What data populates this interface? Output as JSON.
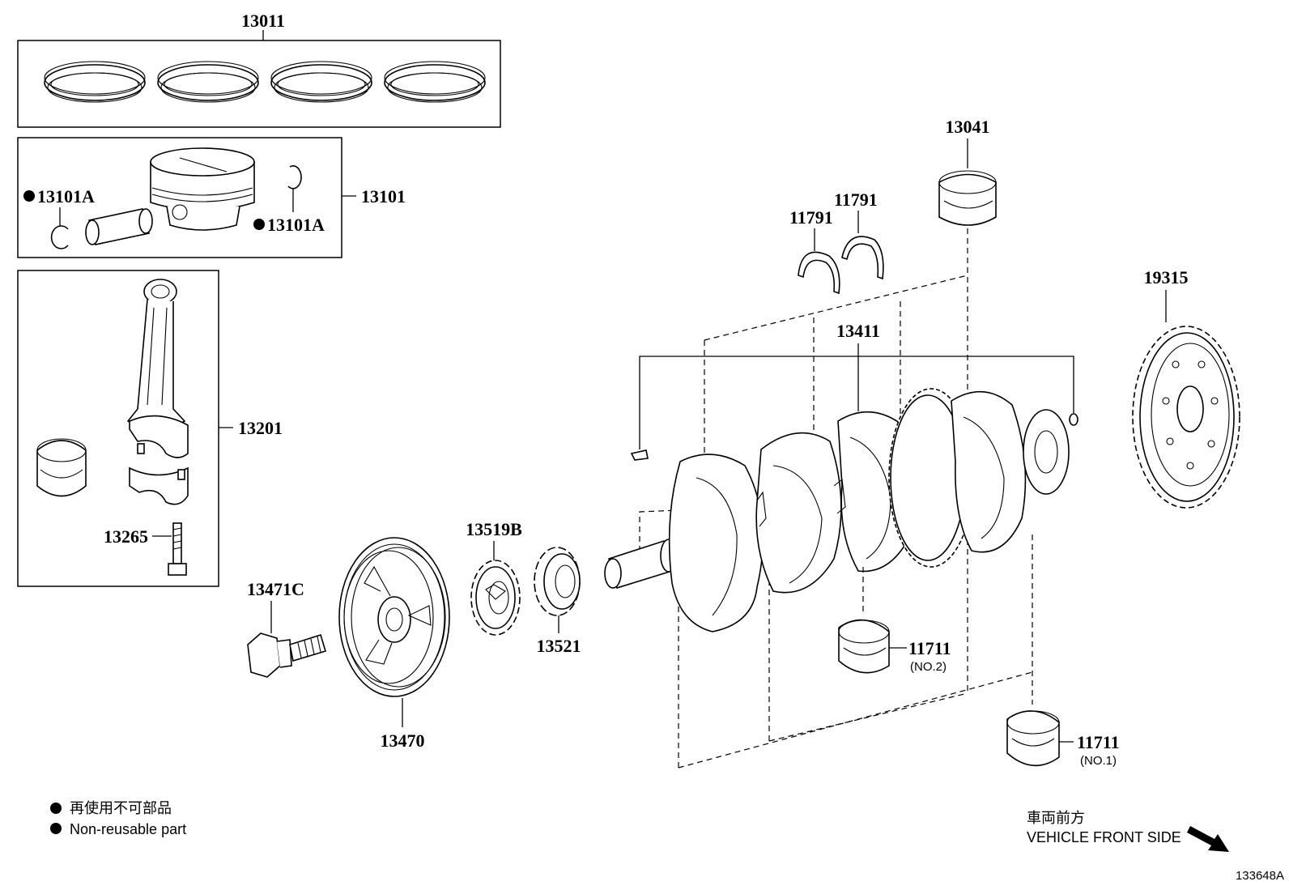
{
  "callouts": {
    "c13011": "13011",
    "c13101": "13101",
    "c13101a_left": "13101A",
    "c13101a_right": "13101A",
    "c13201": "13201",
    "c13265": "13265",
    "c13471c": "13471C",
    "c13470": "13470",
    "c13519b": "13519B",
    "c13521": "13521",
    "c13041": "13041",
    "c11791_a": "11791",
    "c11791_b": "11791",
    "c13411": "13411",
    "c19315": "19315",
    "c11711_no2": "11711",
    "c11711_no2_sub": "(NO.2)",
    "c11711_no1": "11711",
    "c11711_no1_sub": "(NO.1)"
  },
  "legend": {
    "jp": "再使用不可部品",
    "en": "Non-reusable part"
  },
  "direction": {
    "jp": "車両前方",
    "en": "VEHICLE FRONT SIDE"
  },
  "figure_id": "133648A"
}
